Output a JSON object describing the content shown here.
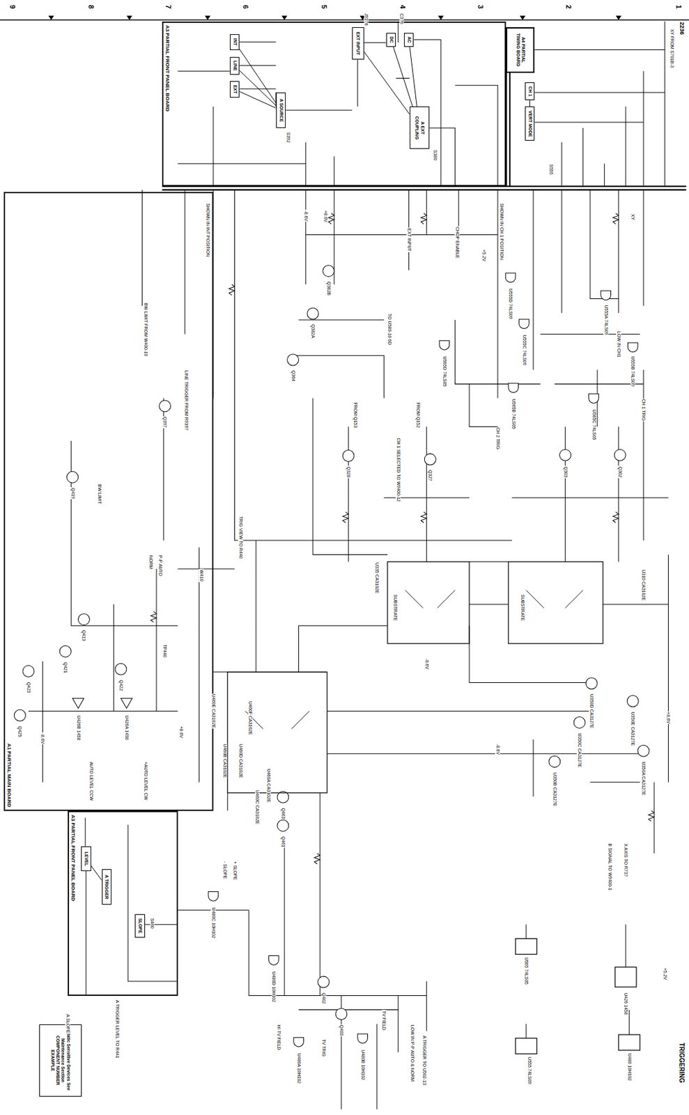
{
  "diagram": {
    "nodes": [
      {
        "text": [
          "A4 PARTIAL TIMING BOARD"
        ]
      },
      {
        "text": [
          "A3 PARTIAL FRONT PANEL BOARD"
        ]
      },
      {
        "text": [
          "EXT INPUT"
        ],
        "in": 1
      },
      {
        "text": [
          "AC"
        ],
        "in": 1
      },
      {
        "text": [
          "DC"
        ],
        "in": 1
      },
      {
        "text": [
          "A EXT COUPLING"
        ],
        "in": 1
      },
      {
        "text": [
          "INT"
        ],
        "in": 1
      },
      {
        "text": [
          "LINE"
        ],
        "in": 1
      },
      {
        "text": [
          "EXT"
        ],
        "in": 1
      },
      {
        "text": [
          "A SOURCE"
        ],
        "in": 1
      },
      {
        "text": [
          "CH 1"
        ]
      },
      {
        "text": [
          "VERT MODE"
        ]
      },
      {
        "text": [
          "A1 PARTIAL MAIN BOARD"
        ]
      },
      {
        "text": [
          "A3 PARTIAL FRONT PANEL BOARD"
        ]
      },
      {
        "text": [
          "LEVEL"
        ],
        "in": 13
      },
      {
        "text": [
          "A TRIGGER"
        ],
        "in": 13
      },
      {
        "text": [
          "SLOPE"
        ],
        "in": 13
      },
      {
        "text": [
          "Static Sensitive Devices See Maintenance Section",
          "COMPONENT NUMBER EXAMPLE"
        ]
      }
    ],
    "edges": [
      {
        "from": 6,
        "to": 9,
        "arrow": "none"
      },
      {
        "from": 7,
        "to": 9,
        "arrow": "none"
      },
      {
        "from": 8,
        "to": 9,
        "arrow": "none"
      },
      {
        "from": 3,
        "to": 5,
        "arrow": "none"
      },
      {
        "from": 4,
        "to": 5,
        "arrow": "none"
      },
      {
        "from": 2,
        "to": 5,
        "arrow": "none"
      },
      {
        "from": 10,
        "to": 11,
        "arrow": "none"
      },
      {
        "from": 14,
        "to": 15,
        "arrow": "none"
      }
    ],
    "labels": [
      "9",
      "8",
      "7",
      "6",
      "5",
      "4",
      "3",
      "2",
      "1",
      "2236",
      "TRIGGERING",
      "XY FROM S701B-3",
      "S555",
      "SHOWN IN CH 1 POSITION",
      "XY",
      "CH 1 TRIG",
      "LOW IN CH1",
      "U555A 74LS09",
      "U555B 74LS09",
      "U555C 74LS09",
      "U555D 74LS09",
      "U565B 74LS05",
      "U565C 74LS05",
      "U565D 74LS05",
      "CHOP ENABLE",
      "TO U580-10 6D",
      "EXT INPUT",
      "Q382A",
      "Q382B",
      "Q364",
      "SHOWN IN INT POSITION",
      "BW LIMIT FROM W400-10",
      "LINE TRIGGER FROM R9397",
      "Q397",
      "BW LIMIT",
      "Q419",
      "TRIG VIEW TO R440",
      "FROM Q153",
      "FROM Q152",
      "CH 1 SELECTED TO W9400-12",
      "Q327",
      "Q328",
      "U335 CA3102E",
      "SUBSTRATE",
      "U310 CA3102E",
      "SUBSTRATE",
      "Q302",
      "Q303",
      "CH 2 TRIG",
      "U350A CA3127E",
      "U350B CA3127E",
      "U350C CA3127E",
      "U350D CA3127E",
      "U350E CA3127E",
      "X AXIS TO R737",
      "B SIGNAL TO W9400-1",
      "U426 1458",
      "U565 74LS05",
      "U555 74LS09",
      "U480 10H102",
      "U460F CA3102E",
      "U460E CA3102E",
      "U460D CA3102E",
      "U460B CA3102E",
      "U460A CA3102E",
      "U460C CA3102E",
      "Q463",
      "Q461",
      "+ SLOPE",
      "- SLOPE",
      "U480C 10H102",
      "U480D 10H102",
      "Q402",
      "Q403",
      "TV TRIG",
      "TV FIELD",
      "HI TV FIELD",
      "U480A 10H102",
      "U480B 10H102",
      "LOW IN P-P AUTO & NORM",
      "A TRIGGER TO U502-13",
      "A TRIGGER LEVEL TO R441",
      "A SLOPE",
      "S460",
      "AUTO LEVEL CCW",
      "+AUTO LEVEL CW",
      "U426A 1458",
      "U426B 1458",
      "Q421",
      "Q423",
      "Q425",
      "Q413",
      "Q422",
      "TP440",
      "W410",
      "P-P AUTO",
      "NORM",
      "+8.6V",
      "+8.6V",
      "+8.6V",
      "-8.6V",
      "-8.6V",
      "-8.6V",
      "-8.6V",
      "+5.2V",
      "+5.2V",
      "J9376",
      "C376",
      "S380",
      "S392"
    ]
  }
}
